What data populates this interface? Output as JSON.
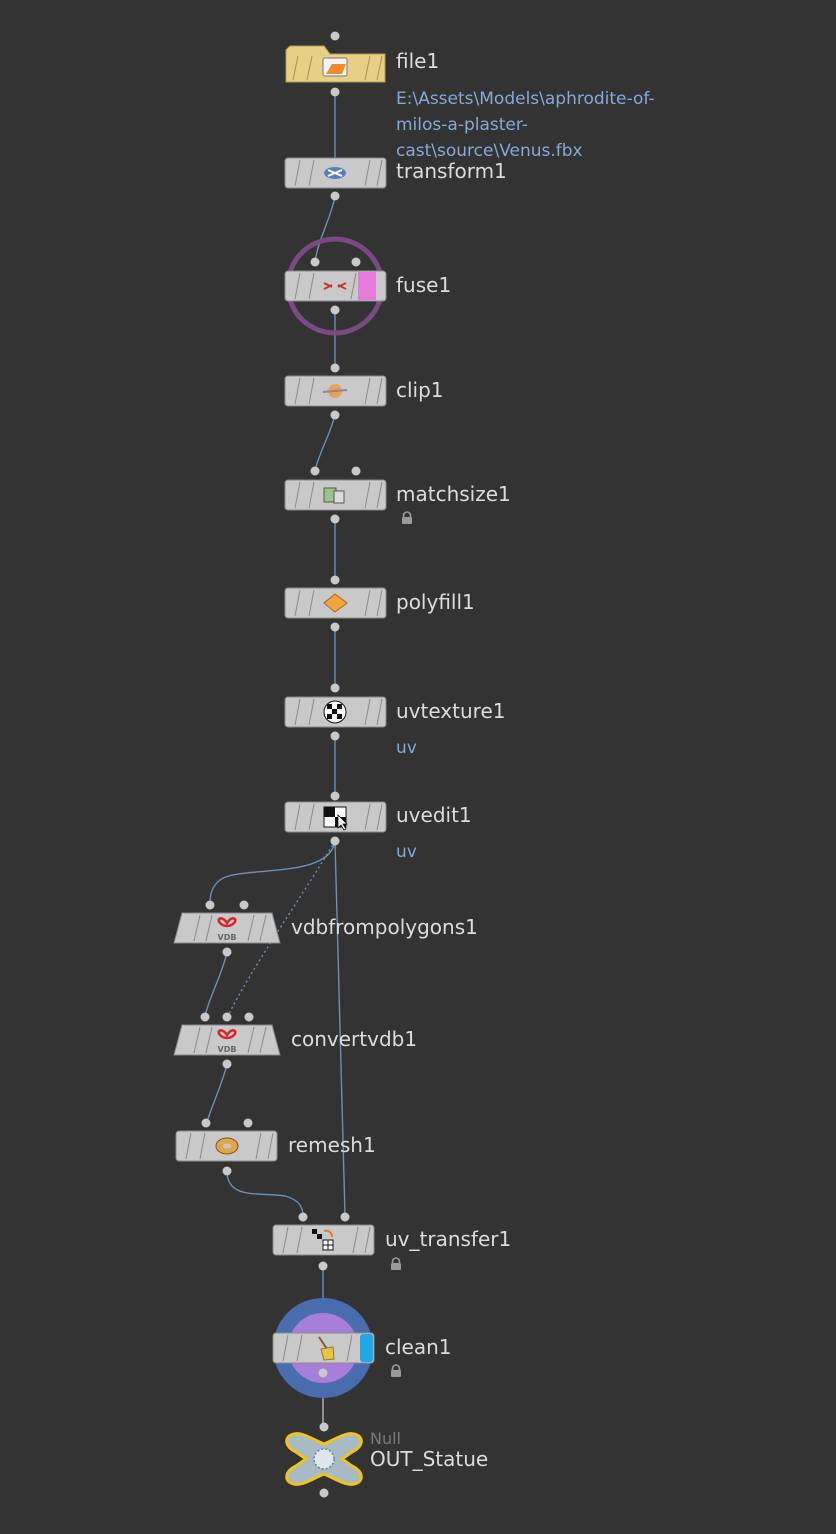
{
  "network": {
    "nodes": [
      {
        "id": "file1",
        "name": "file1",
        "icon": "folder-icon",
        "comment_lines": [
          "E:\\Assets\\Models\\aphrodite-of-",
          "milos-a-plaster-",
          "cast\\source\\Venus.fbx"
        ]
      },
      {
        "id": "transform1",
        "name": "transform1",
        "icon": "transform-icon"
      },
      {
        "id": "fuse1",
        "name": "fuse1",
        "icon": "fuse-icon",
        "flag": "display-flag",
        "flag_color": "#e57bd8",
        "ring_color": "#7a4a82"
      },
      {
        "id": "clip1",
        "name": "clip1",
        "icon": "clip-icon"
      },
      {
        "id": "matchsize1",
        "name": "matchsize1",
        "icon": "matchsize-icon",
        "locked": true
      },
      {
        "id": "polyfill1",
        "name": "polyfill1",
        "icon": "polyfill-icon"
      },
      {
        "id": "uvtexture1",
        "name": "uvtexture1",
        "icon": "checker-icon",
        "comment_lines": [
          "uv"
        ]
      },
      {
        "id": "uvedit1",
        "name": "uvedit1",
        "icon": "uvedit-icon",
        "comment_lines": [
          "uv"
        ]
      },
      {
        "id": "vdbfrompolygons1",
        "name": "vdbfrompolygons1",
        "icon": "vdb-icon",
        "icon_text": "VDB"
      },
      {
        "id": "convertvdb1",
        "name": "convertvdb1",
        "icon": "vdb-icon",
        "icon_text": "VDB"
      },
      {
        "id": "remesh1",
        "name": "remesh1",
        "icon": "remesh-icon"
      },
      {
        "id": "uv_transfer1",
        "name": "uv_transfer1",
        "icon": "uv-transfer-icon",
        "locked": true
      },
      {
        "id": "clean1",
        "name": "clean1",
        "icon": "broom-icon",
        "locked": true,
        "flag": "render-flag",
        "flag_color": "#1fa6e8",
        "ring_color": "#4a6db0",
        "inner_ring_color": "#a77ed8"
      },
      {
        "id": "OUT_Statue",
        "name": "OUT_Statue",
        "type_label": "Null",
        "icon": "null-icon",
        "outline_color": "#f0c419"
      }
    ],
    "connections": [
      {
        "from": "file1",
        "to": "transform1"
      },
      {
        "from": "transform1",
        "to": "fuse1"
      },
      {
        "from": "fuse1",
        "to": "clip1"
      },
      {
        "from": "clip1",
        "to": "matchsize1"
      },
      {
        "from": "matchsize1",
        "to": "polyfill1"
      },
      {
        "from": "polyfill1",
        "to": "uvtexture1"
      },
      {
        "from": "uvtexture1",
        "to": "uvedit1"
      },
      {
        "from": "uvedit1",
        "to": "vdbfrompolygons1"
      },
      {
        "from": "uvedit1",
        "to": "convertvdb1",
        "style": "dotted"
      },
      {
        "from": "vdbfrompolygons1",
        "to": "convertvdb1"
      },
      {
        "from": "convertvdb1",
        "to": "remesh1"
      },
      {
        "from": "remesh1",
        "to": "uv_transfer1"
      },
      {
        "from": "uvedit1",
        "to": "uv_transfer1"
      },
      {
        "from": "uv_transfer1",
        "to": "clean1"
      },
      {
        "from": "clean1",
        "to": "OUT_Statue"
      }
    ]
  },
  "colors": {
    "background": "#333333",
    "wire": "#6f8fb5",
    "node_body": "#c9c9c9",
    "file_node": "#e8cf86",
    "label": "#dcdcdc",
    "comment": "#86a9d9"
  }
}
